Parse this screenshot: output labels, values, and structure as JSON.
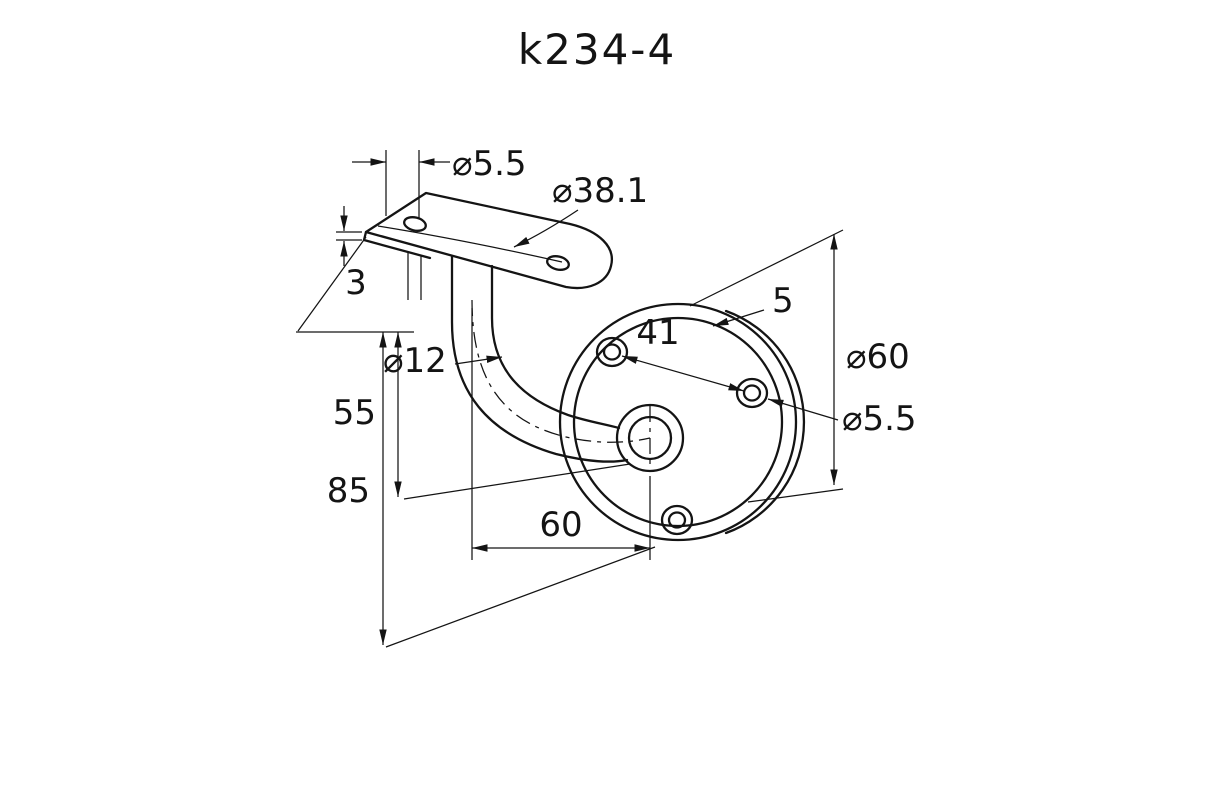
{
  "title": "k234-4",
  "dimensions": {
    "plate_hole_dia": "⌀5.5",
    "handrail_dia": "⌀38.1",
    "plate_thickness": "3",
    "tube_dia": "⌀12",
    "hole_spacing": "41",
    "flange_rim": "5",
    "flange_dia": "⌀60",
    "flange_hole_dia": "⌀5.5",
    "drop_to_center": "55",
    "overall_drop": "85",
    "projection": "60"
  },
  "colors": {
    "ink": "#141414",
    "background": "#ffffff"
  }
}
